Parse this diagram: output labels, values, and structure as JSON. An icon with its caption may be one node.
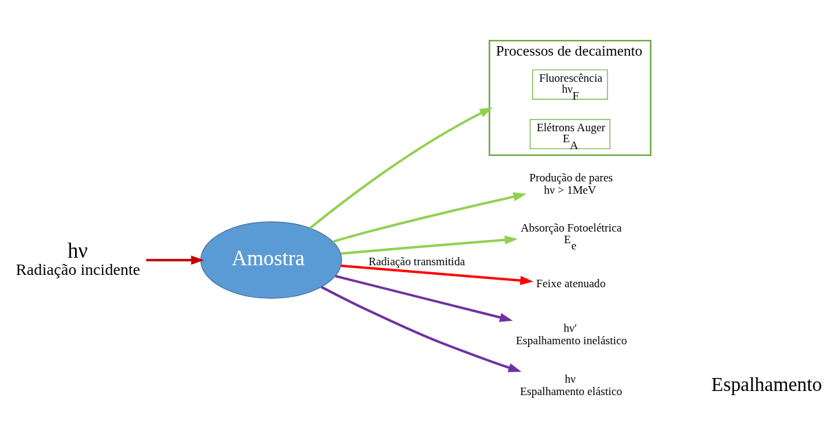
{
  "diagram": {
    "nodes": [
      {
        "text": [
          "Processos de decaimento"
        ]
      },
      {
        "text": [
          "Fluorescência",
          "hν$_{F}$"
        ],
        "in": 0
      },
      {
        "text": [
          "Elétrons Auger",
          "E$_{A}$"
        ],
        "in": 0
      },
      {
        "text": [
          "Produção de pares",
          "hν > 1MeV"
        ]
      },
      {
        "text": [
          "Absorção Fotoelétrica",
          "E$_{e}$"
        ]
      },
      {
        "text": [
          "Amostra"
        ]
      },
      {
        "text": [
          "hν",
          "Radiação incidente"
        ]
      },
      {
        "text": [
          "Feixe atenuado"
        ]
      },
      {
        "text": [
          "hν′",
          "Espalhamento inelástico"
        ]
      },
      {
        "text": [
          "hν",
          "Espalhamento elástico"
        ]
      }
    ],
    "edges": [
      {
        "from": 6,
        "to": 5,
        "arrow": "to",
        "color": "#c00000"
      },
      {
        "from": 5,
        "to": 3,
        "arrow": "to",
        "color": "#92d050"
      },
      {
        "from": 5,
        "to": 0,
        "arrow": "to",
        "color": "#92d050"
      },
      {
        "from": 5,
        "to": 4,
        "arrow": "to",
        "color": "#92d050"
      },
      {
        "from": 5,
        "to": 7,
        "arrow": "to",
        "color": "#ff0000",
        "label": "Radiação transmitida"
      },
      {
        "from": 5,
        "to": 8,
        "arrow": "to",
        "color": "#7030a0"
      },
      {
        "from": 5,
        "to": 9,
        "arrow": "to",
        "color": "#7030a0"
      }
    ],
    "labels": [
      "Espalhamento"
    ]
  }
}
